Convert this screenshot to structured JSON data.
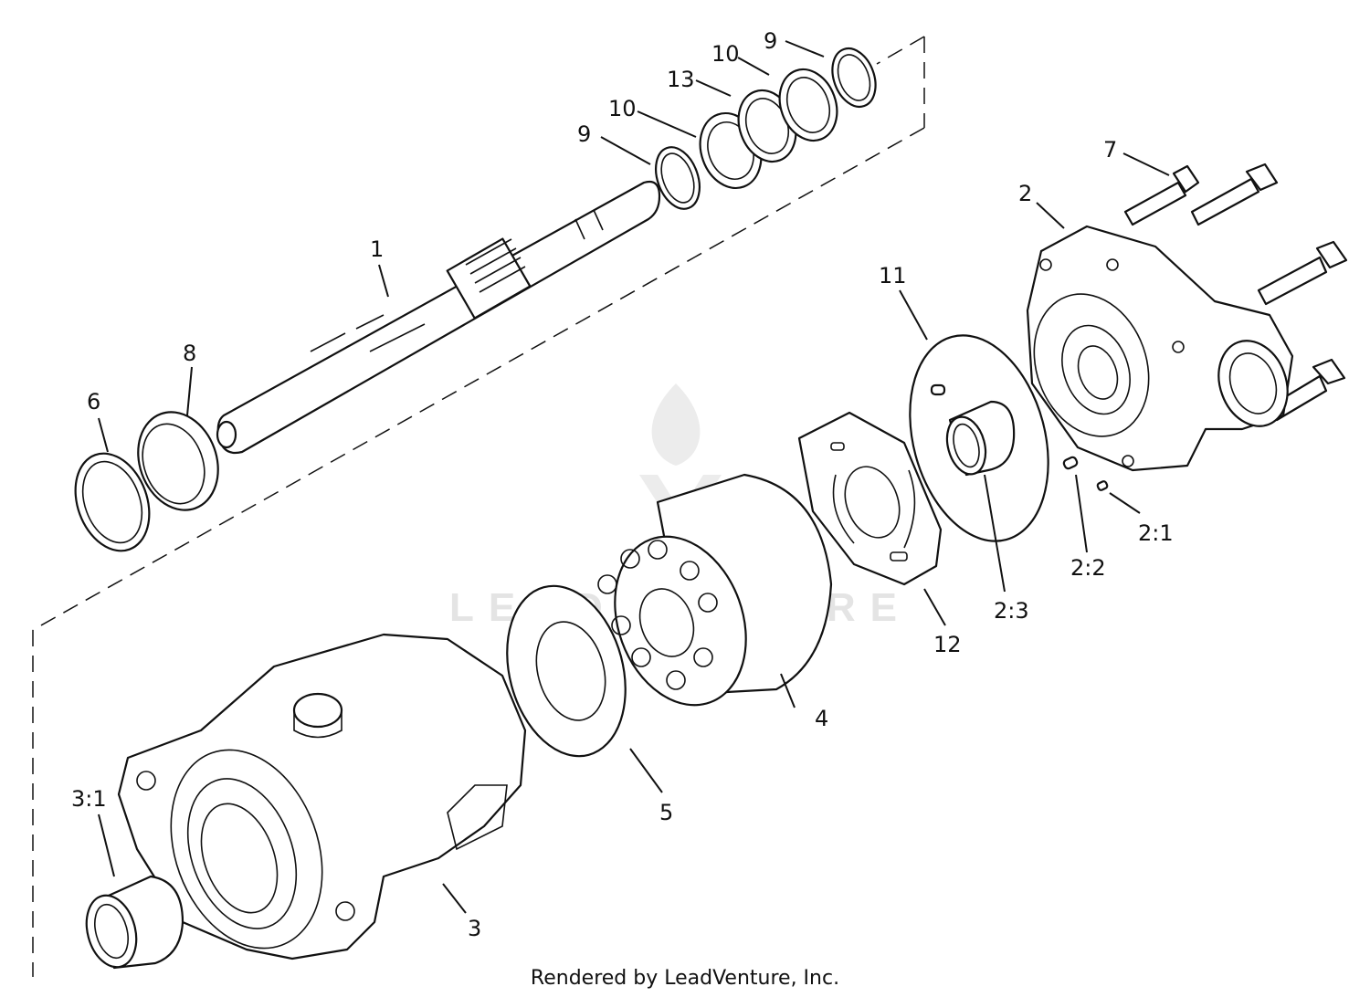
{
  "callouts": {
    "c1": "1",
    "c2": "2",
    "c3": "3",
    "c4": "4",
    "c5": "5",
    "c6": "6",
    "c7": "7",
    "c8": "8",
    "c9a": "9",
    "c9b": "9",
    "c10a": "10",
    "c10b": "10",
    "c11": "11",
    "c12": "12",
    "c13": "13",
    "c2_1": "2:1",
    "c2_2": "2:2",
    "c2_3": "2:3",
    "c3_1": "3:1"
  },
  "credit": "Rendered by LeadVenture, Inc.",
  "watermark": "LEADVENTURE",
  "colors": {
    "line": "#111111",
    "watermark": "#e4e4e4",
    "background": "#ffffff"
  }
}
